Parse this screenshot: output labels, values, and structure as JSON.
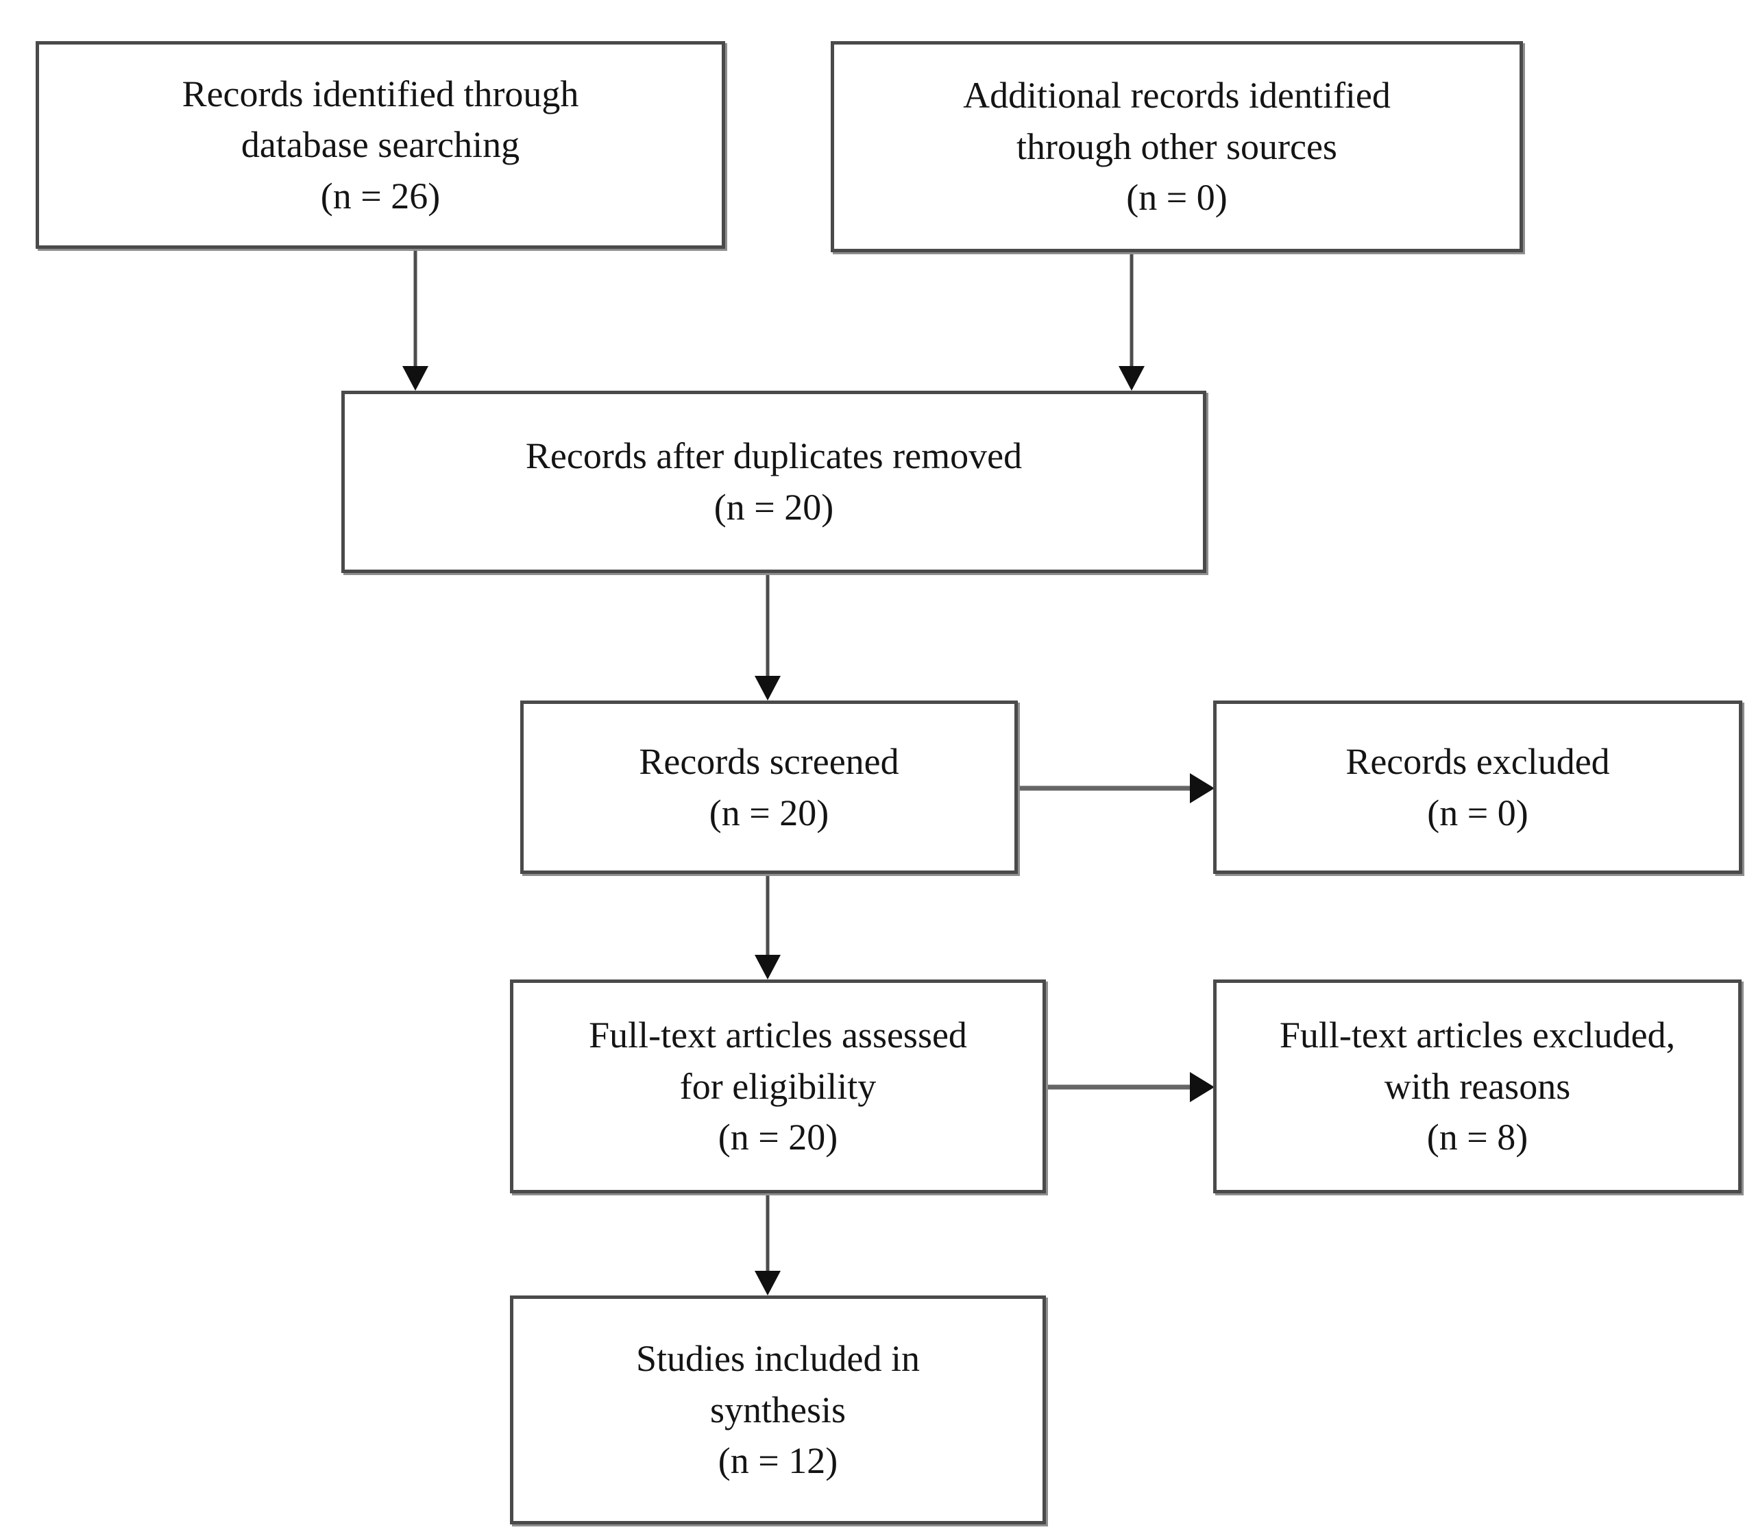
{
  "diagram_type": "prisma-flowchart",
  "nodes": {
    "identified": {
      "lines": [
        "Records identified through",
        "database searching"
      ],
      "count": "(n = 26)"
    },
    "additional": {
      "lines": [
        "Additional records identified",
        "through other sources"
      ],
      "count": "(n = 0)"
    },
    "deduplicated": {
      "lines": [
        "Records after duplicates removed"
      ],
      "count": "(n = 20)"
    },
    "screened": {
      "lines": [
        "Records screened"
      ],
      "count": "(n = 20)"
    },
    "excluded": {
      "lines": [
        "Records excluded"
      ],
      "count": "(n = 0)"
    },
    "assessed": {
      "lines": [
        "Full-text articles assessed",
        "for eligibility"
      ],
      "count": "(n = 20)"
    },
    "fulltext_excluded": {
      "lines": [
        "Full-text articles excluded,",
        "with reasons"
      ],
      "count": "(n = 8)"
    },
    "included": {
      "lines": [
        "Studies included in",
        "synthesis"
      ],
      "count": "(n = 12)"
    }
  },
  "edges": [
    {
      "from": "identified",
      "to": "deduplicated",
      "direction": "down"
    },
    {
      "from": "additional",
      "to": "deduplicated",
      "direction": "down"
    },
    {
      "from": "deduplicated",
      "to": "screened",
      "direction": "down"
    },
    {
      "from": "screened",
      "to": "excluded",
      "direction": "right"
    },
    {
      "from": "screened",
      "to": "assessed",
      "direction": "down"
    },
    {
      "from": "assessed",
      "to": "fulltext_excluded",
      "direction": "right"
    },
    {
      "from": "assessed",
      "to": "included",
      "direction": "down"
    }
  ],
  "colors": {
    "background": "#ffffff",
    "box_border": "#4a4a4a",
    "box_shadow": "#8e8e8e",
    "text": "#141414",
    "vertical_arrow": "#4d4d4d",
    "horizontal_arrow": "#666666",
    "arrowhead": "#101010"
  }
}
